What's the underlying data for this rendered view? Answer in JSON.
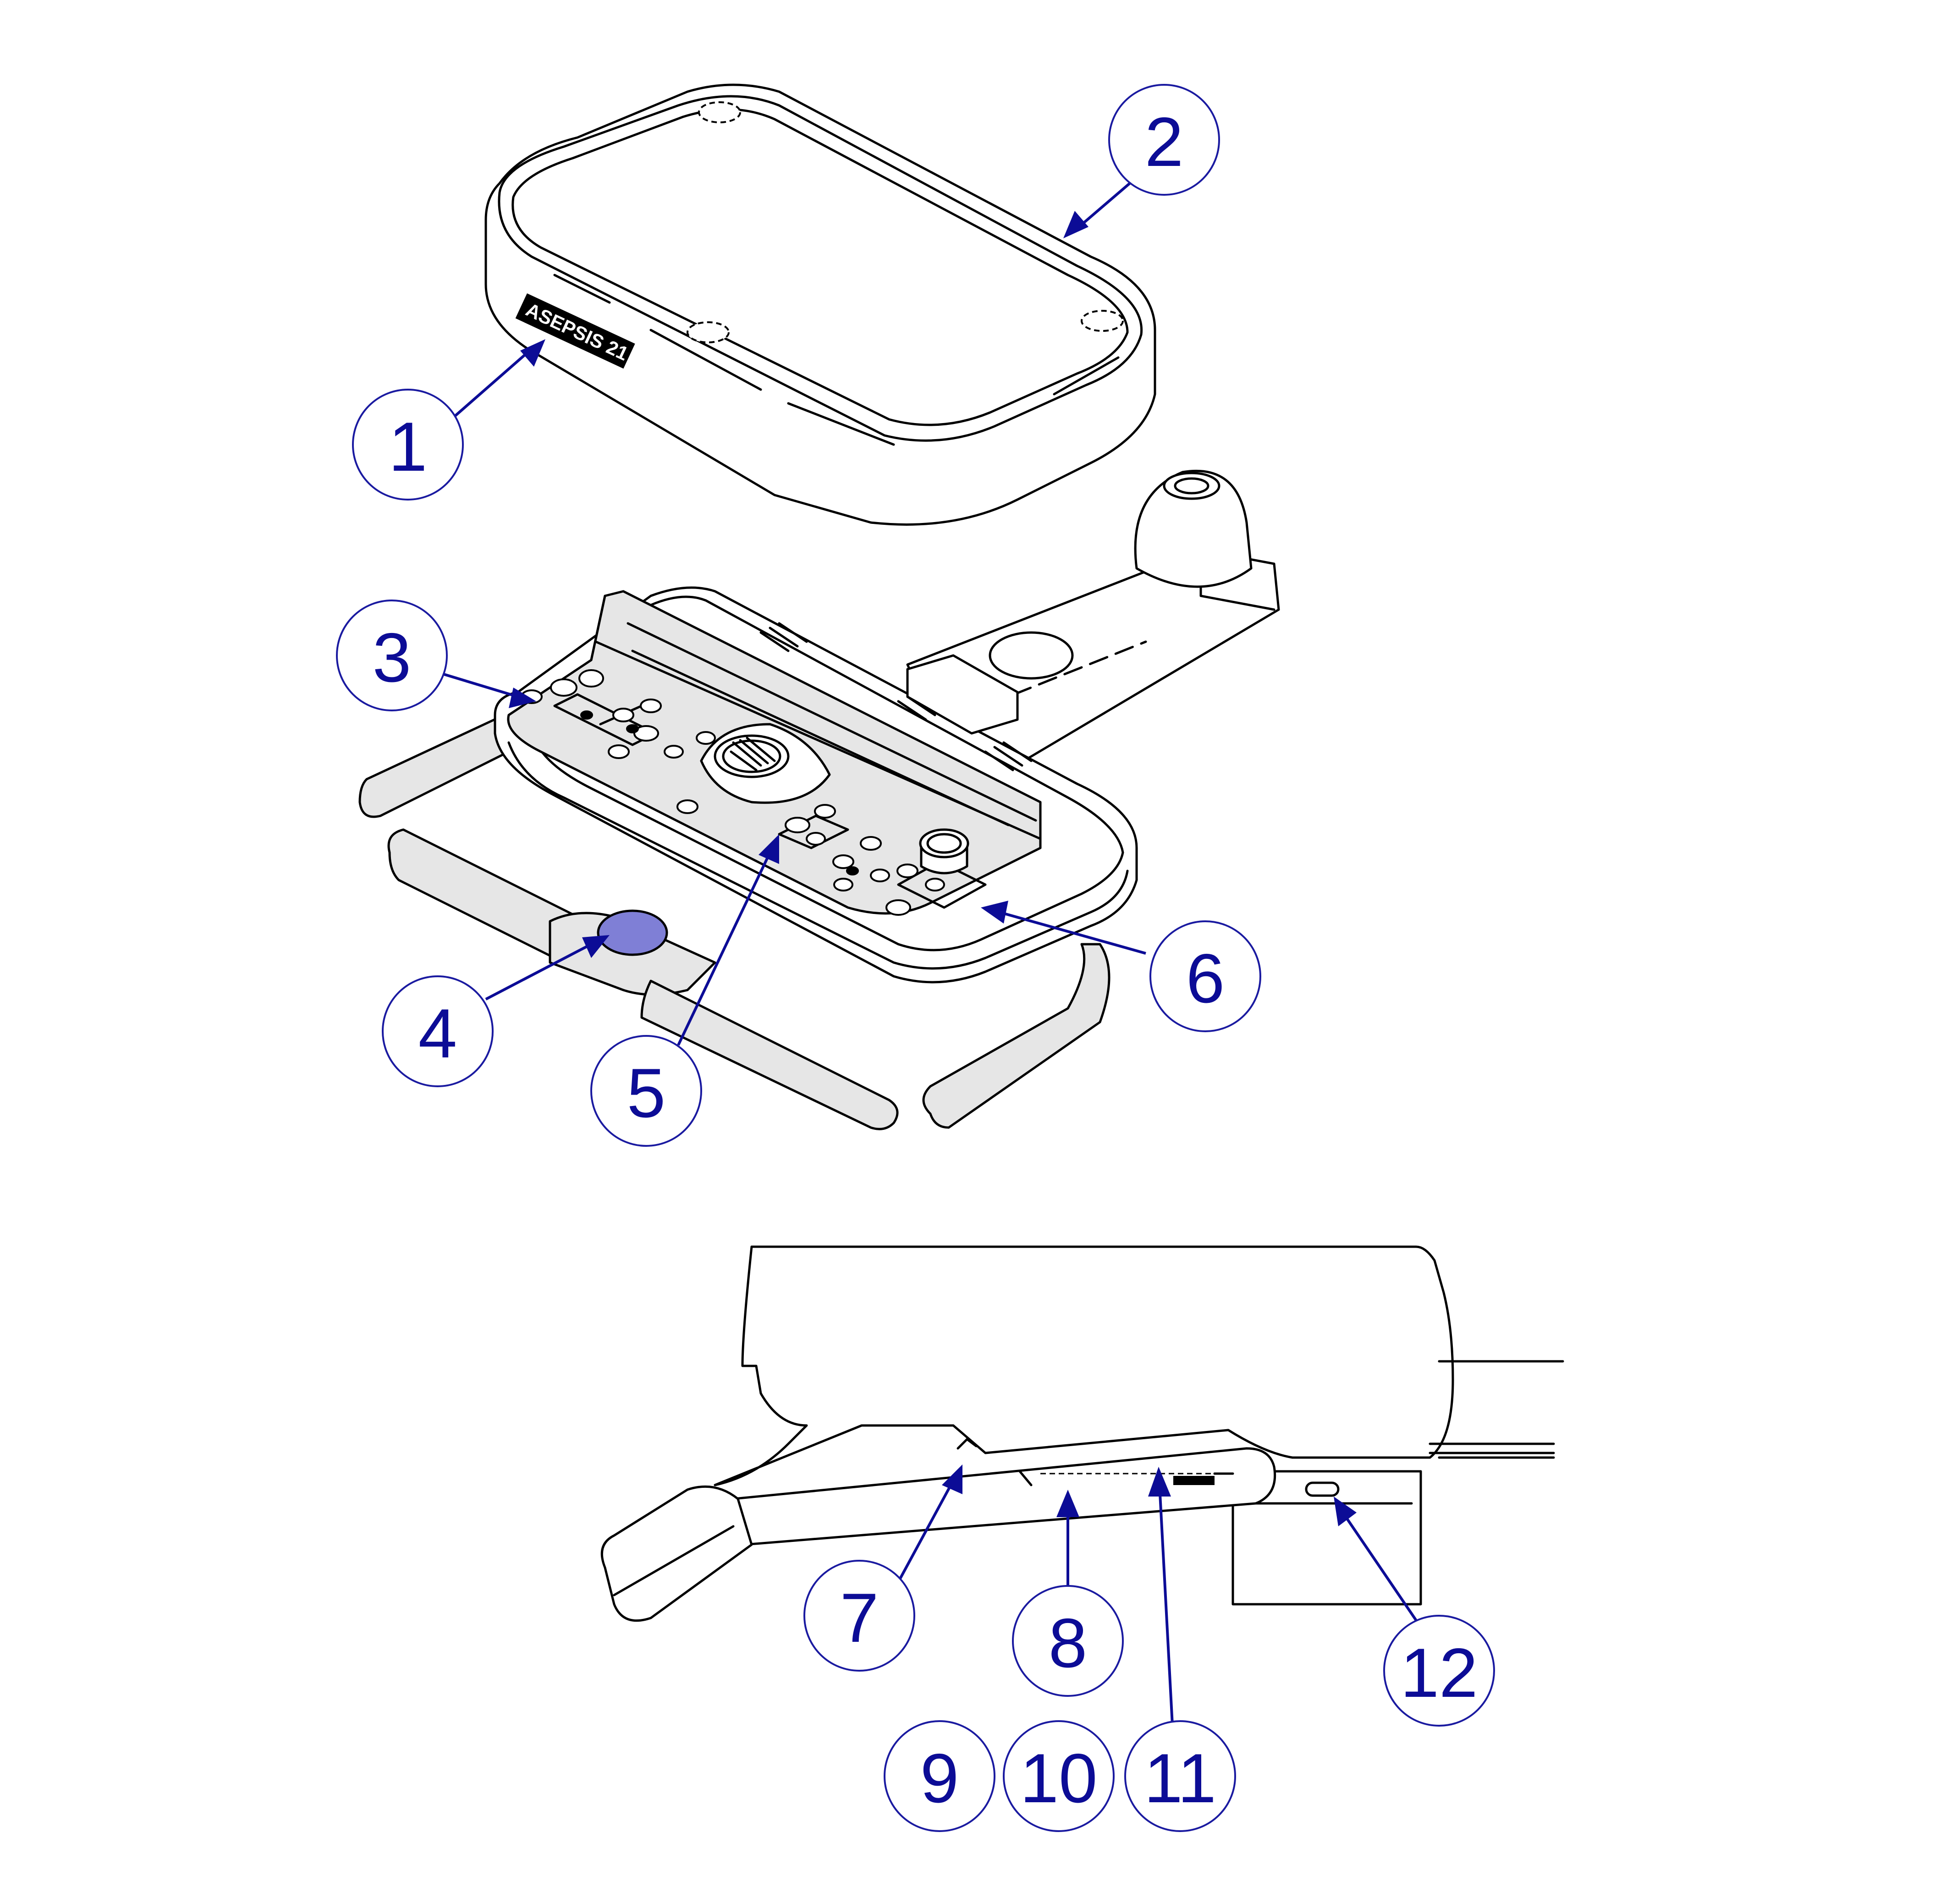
{
  "diagram": {
    "label_plate": "ASEPSIS 21",
    "callouts": [
      {
        "id": "1",
        "label": "1"
      },
      {
        "id": "2",
        "label": "2"
      },
      {
        "id": "3",
        "label": "3"
      },
      {
        "id": "4",
        "label": "4"
      },
      {
        "id": "5",
        "label": "5"
      },
      {
        "id": "6",
        "label": "6"
      },
      {
        "id": "7",
        "label": "7"
      },
      {
        "id": "8",
        "label": "8"
      },
      {
        "id": "9",
        "label": "9"
      },
      {
        "id": "10",
        "label": "10"
      },
      {
        "id": "11",
        "label": "11"
      },
      {
        "id": "12",
        "label": "12"
      }
    ],
    "colors": {
      "callout": "#0c0c96",
      "callout_ring": "#1a1aa0",
      "button_highlight": "#7f7fd6",
      "panel_fill": "#e6e6e6",
      "line": "#000000"
    }
  }
}
